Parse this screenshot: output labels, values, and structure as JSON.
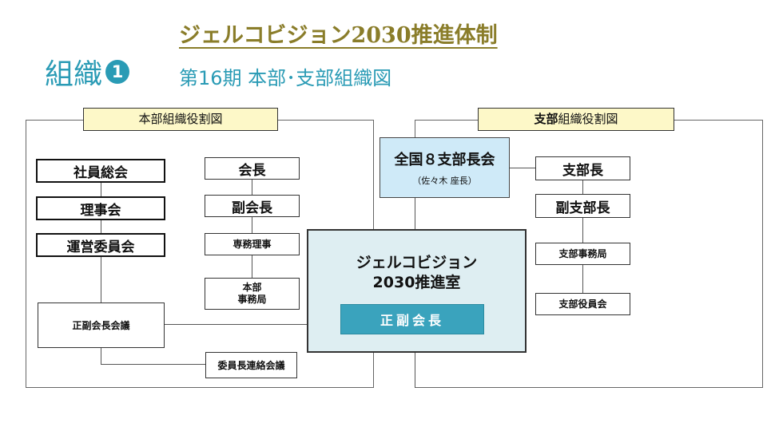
{
  "header": {
    "title": "ジェルコビジョン2030推進体制",
    "section_label": "組織",
    "section_number": "1",
    "subtitle": "第16期 本部･支部組織図"
  },
  "hq": {
    "tag": "本部組織役割図",
    "left_column": [
      "社員総会",
      "理事会",
      "運営委員会"
    ],
    "right_column": [
      "会長",
      "副会長",
      "専務理事",
      "本部\n事務局"
    ],
    "meeting_vice": "正副会長会議",
    "meeting_liaison": "委員長連絡会議"
  },
  "center": {
    "title": "ジェルコビジョン\n2030推進室",
    "badge": "正副会長"
  },
  "branch": {
    "tag_strong": "支部",
    "tag_rest": "組織役割図",
    "council_title": "全国８支部長会",
    "council_sub": "（佐々木 座長）",
    "items": [
      "支部長",
      "副支部長",
      "支部事務局",
      "支部役員会"
    ]
  },
  "colors": {
    "title": "#8a7d2a",
    "accent": "#2a9bb5",
    "tag_fill": "#fdf8c8",
    "council_fill": "#cfeaf8",
    "center_fill": "#deeef2",
    "badge_fill": "#3aa3bd"
  }
}
